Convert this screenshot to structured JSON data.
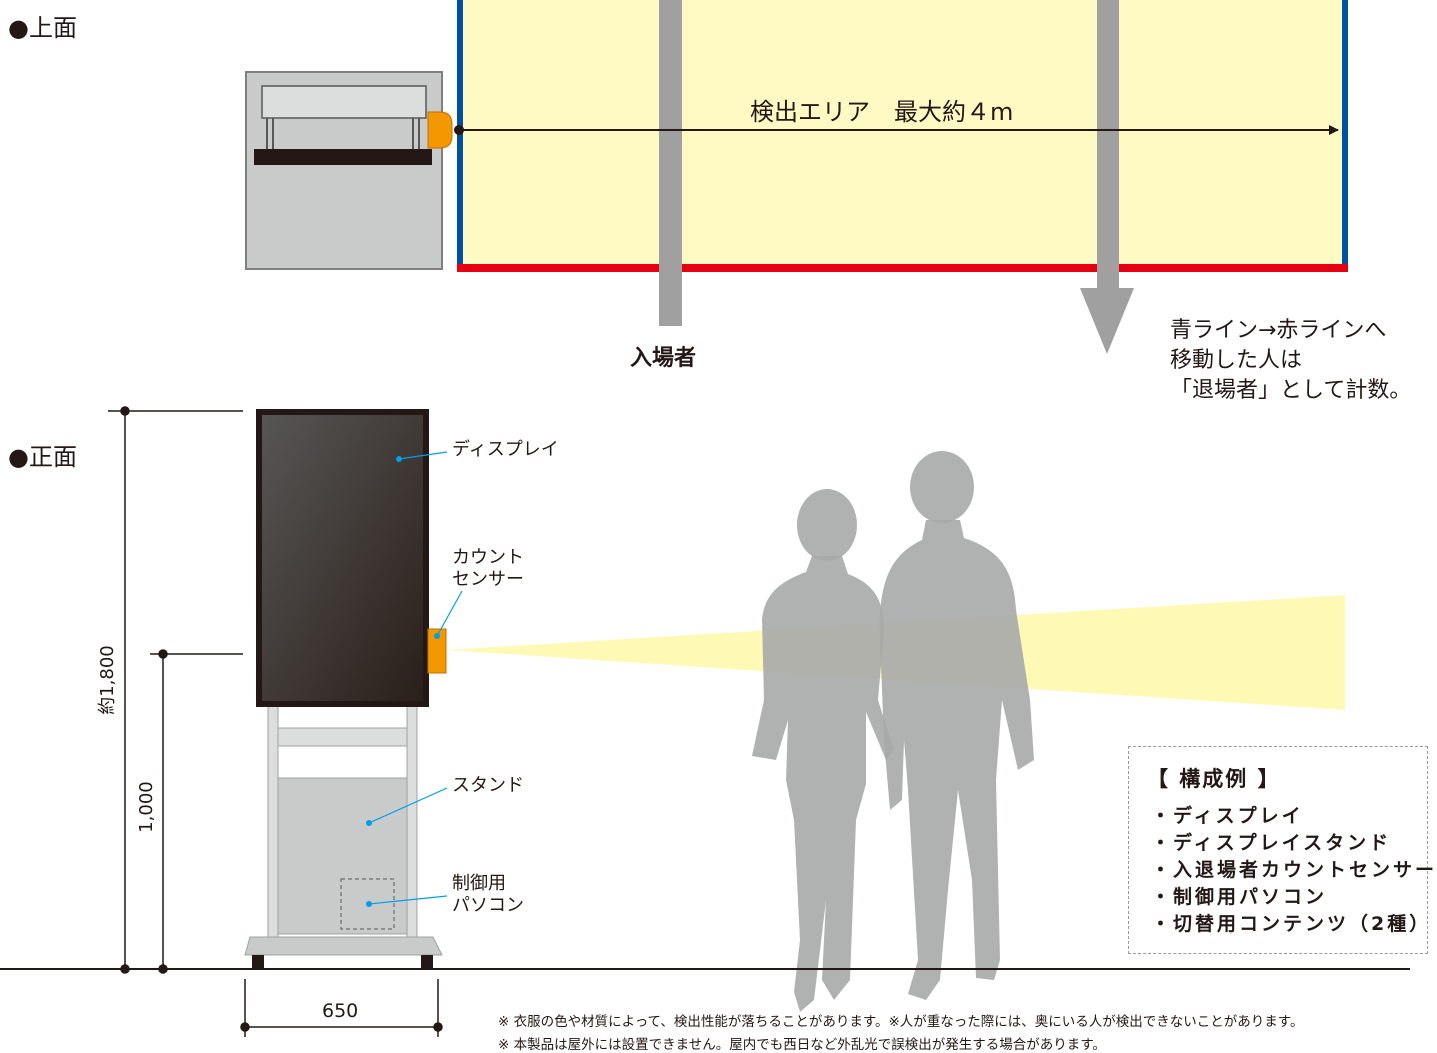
{
  "top_view": {
    "heading": "●上面",
    "detection_area": "検出エリア　最大約４m",
    "entrant_label": "入場者",
    "exit_note": [
      "青ライン→赤ラインへ",
      "移動した人は",
      "「退場者」として計数。"
    ]
  },
  "front_view": {
    "heading": "●正面",
    "labels": {
      "display": "ディスプレイ",
      "sensor": [
        "カウント",
        "センサー"
      ],
      "stand": "スタンド",
      "pc": [
        "制御用",
        "パソコン"
      ]
    },
    "dimensions": {
      "height_total": "約1,800",
      "height_sensor": "1,000",
      "width": "650"
    }
  },
  "config_example": {
    "title": "【 構成例 】",
    "items": [
      "・ディスプレイ",
      "・ディスプレイスタンド",
      "・入退場者カウントセンサー",
      "・制御用パソコン",
      "・切替用コンテンツ（2種）"
    ]
  },
  "notes": [
    "※ 衣服の色や材質によって、検出性能が落ちることがあります。※人が重なった際には、奥にいる人が検出できないことがあります。",
    "※ 本製品は屋外には設置できません。屋内でも西日など外乱光で誤検出が発生する場合があります。"
  ],
  "colors": {
    "area_fill": "#fff9c4",
    "entry_line": "#0050a0",
    "exit_line": "#e60012",
    "sensor": "#f39800",
    "display": "#231815",
    "stand": "#c9caca",
    "silhouette": "#9fa0a0",
    "leader": "#00a0e9"
  }
}
